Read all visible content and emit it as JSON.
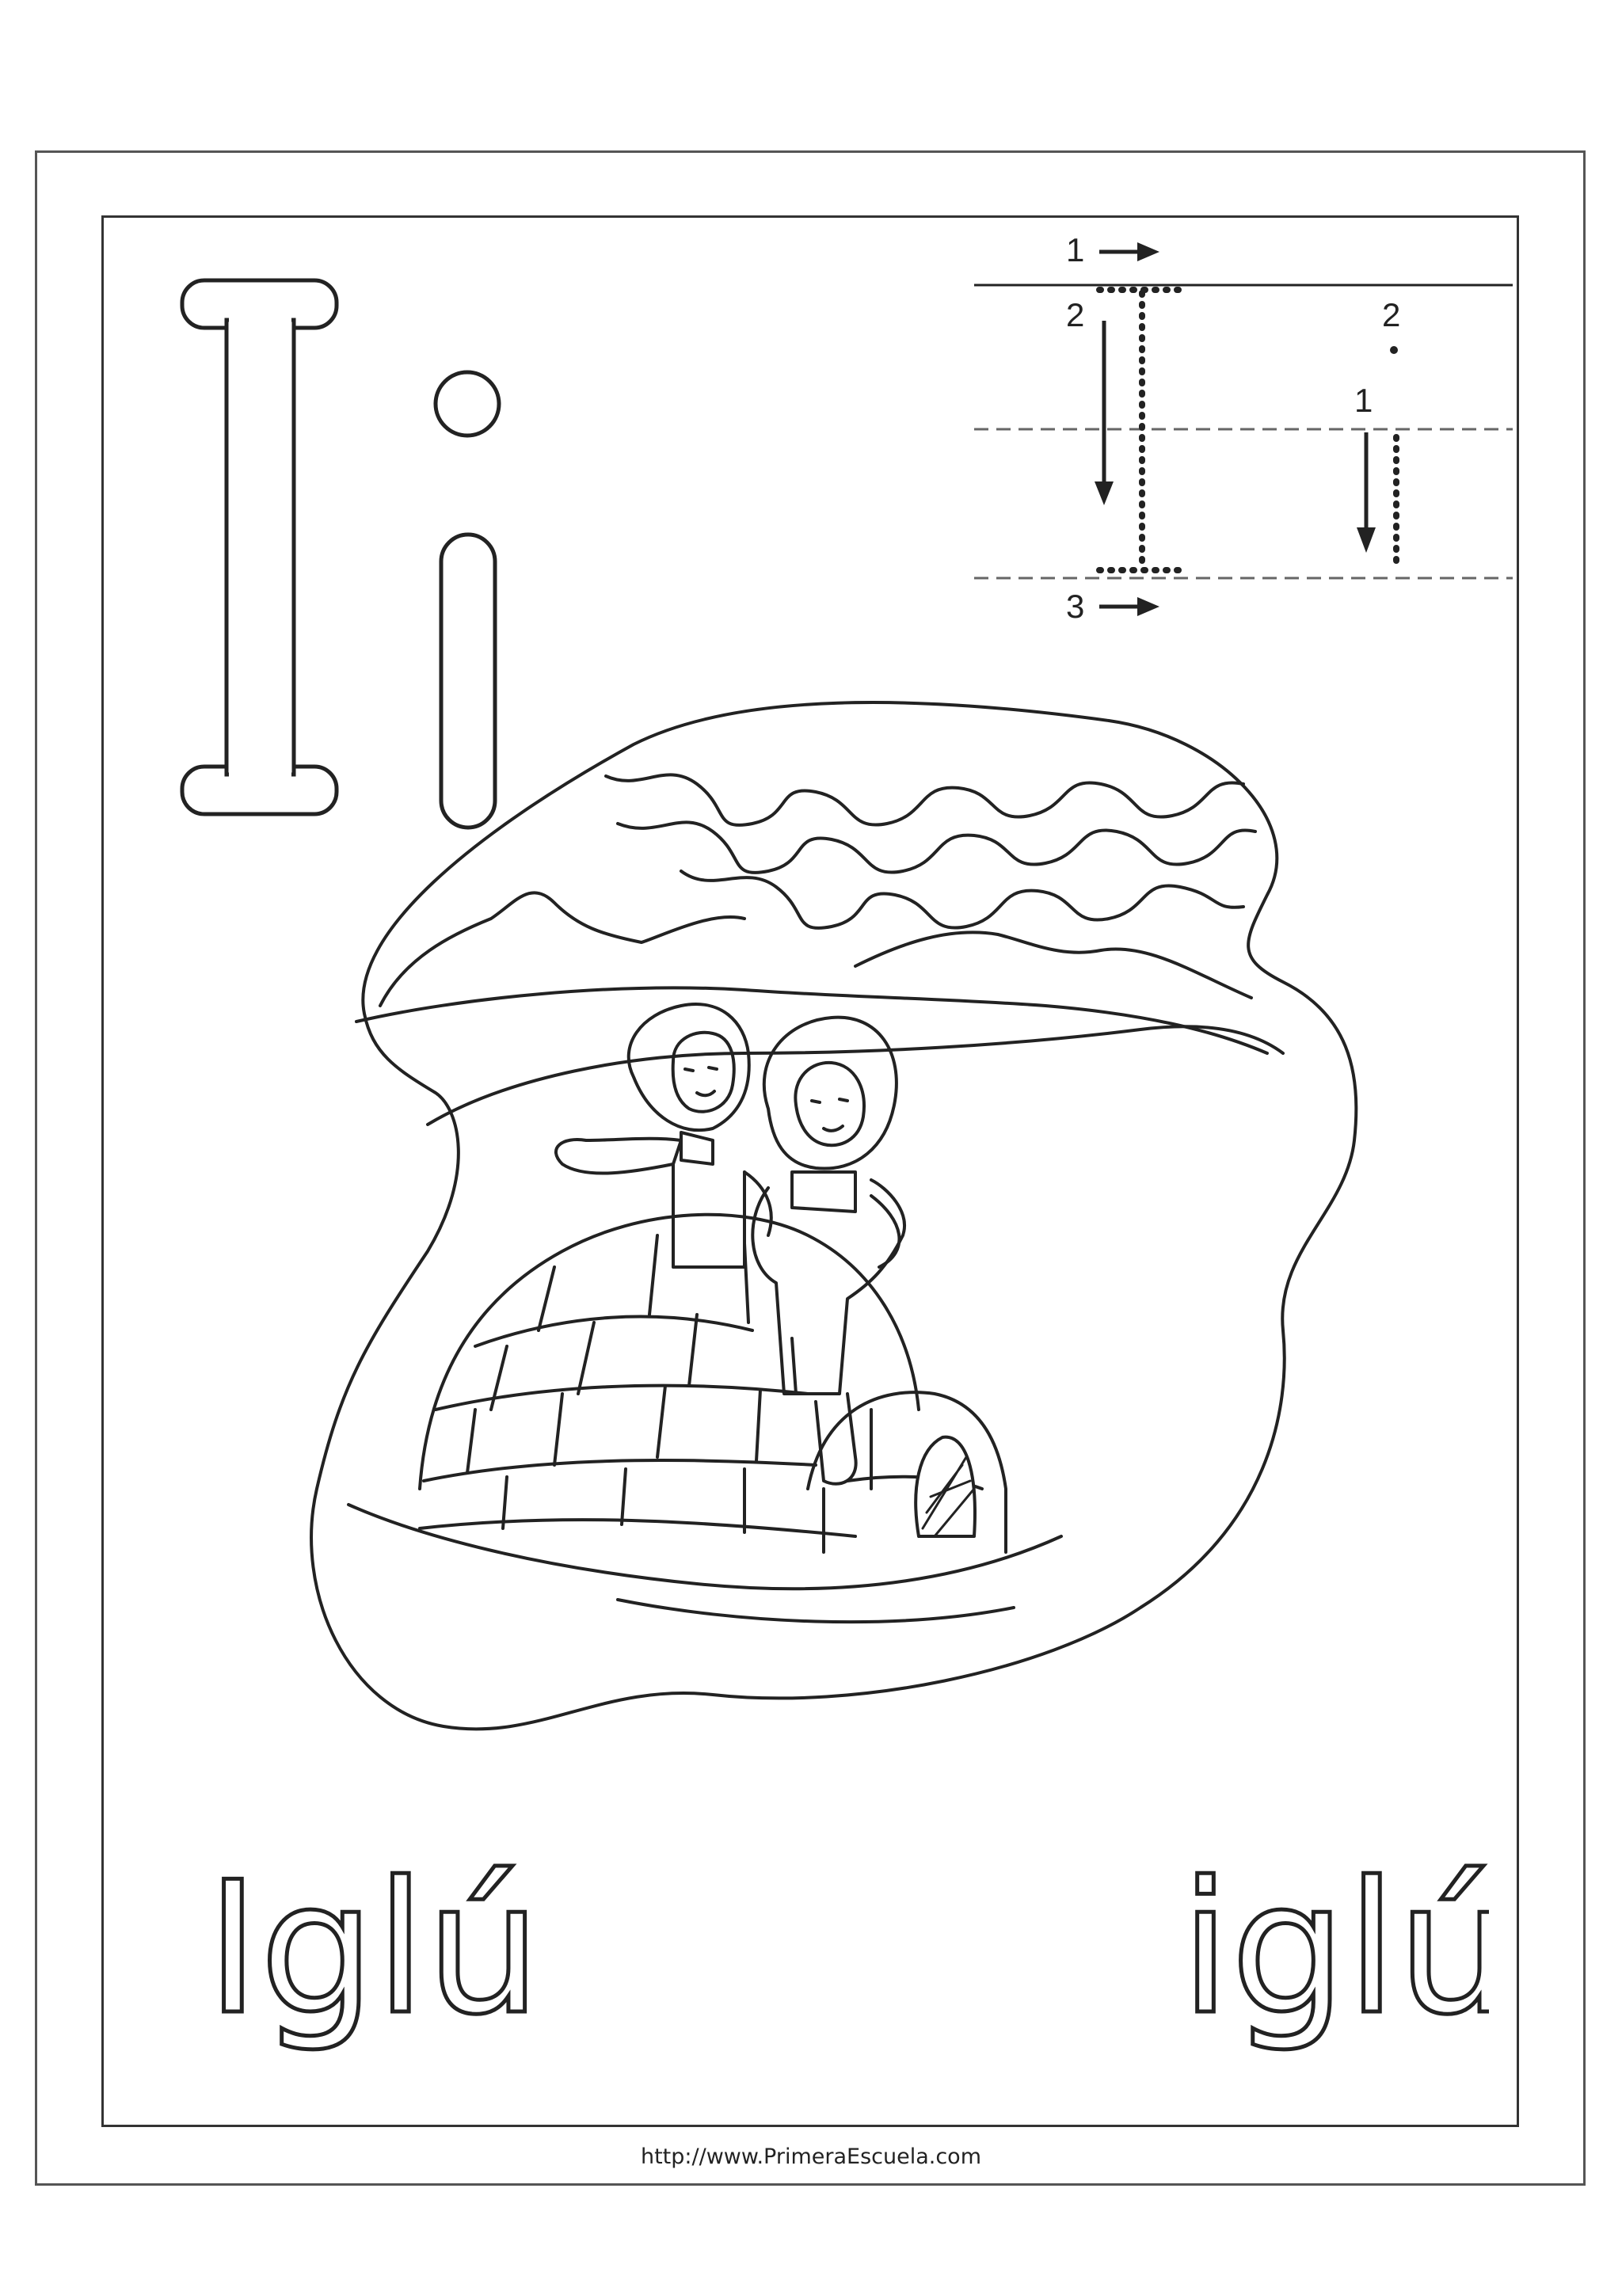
{
  "letter": {
    "upper": "I",
    "lower": "i"
  },
  "guide": {
    "upper_steps": [
      "1",
      "2",
      "3"
    ],
    "lower_steps": [
      "1",
      "2"
    ]
  },
  "words": {
    "capitalized": "Iglú",
    "lowercase": "iglú"
  },
  "footer": {
    "url": "http://www.PrimeraEscuela.com"
  },
  "colors": {
    "line": "#222222",
    "background": "#ffffff"
  }
}
